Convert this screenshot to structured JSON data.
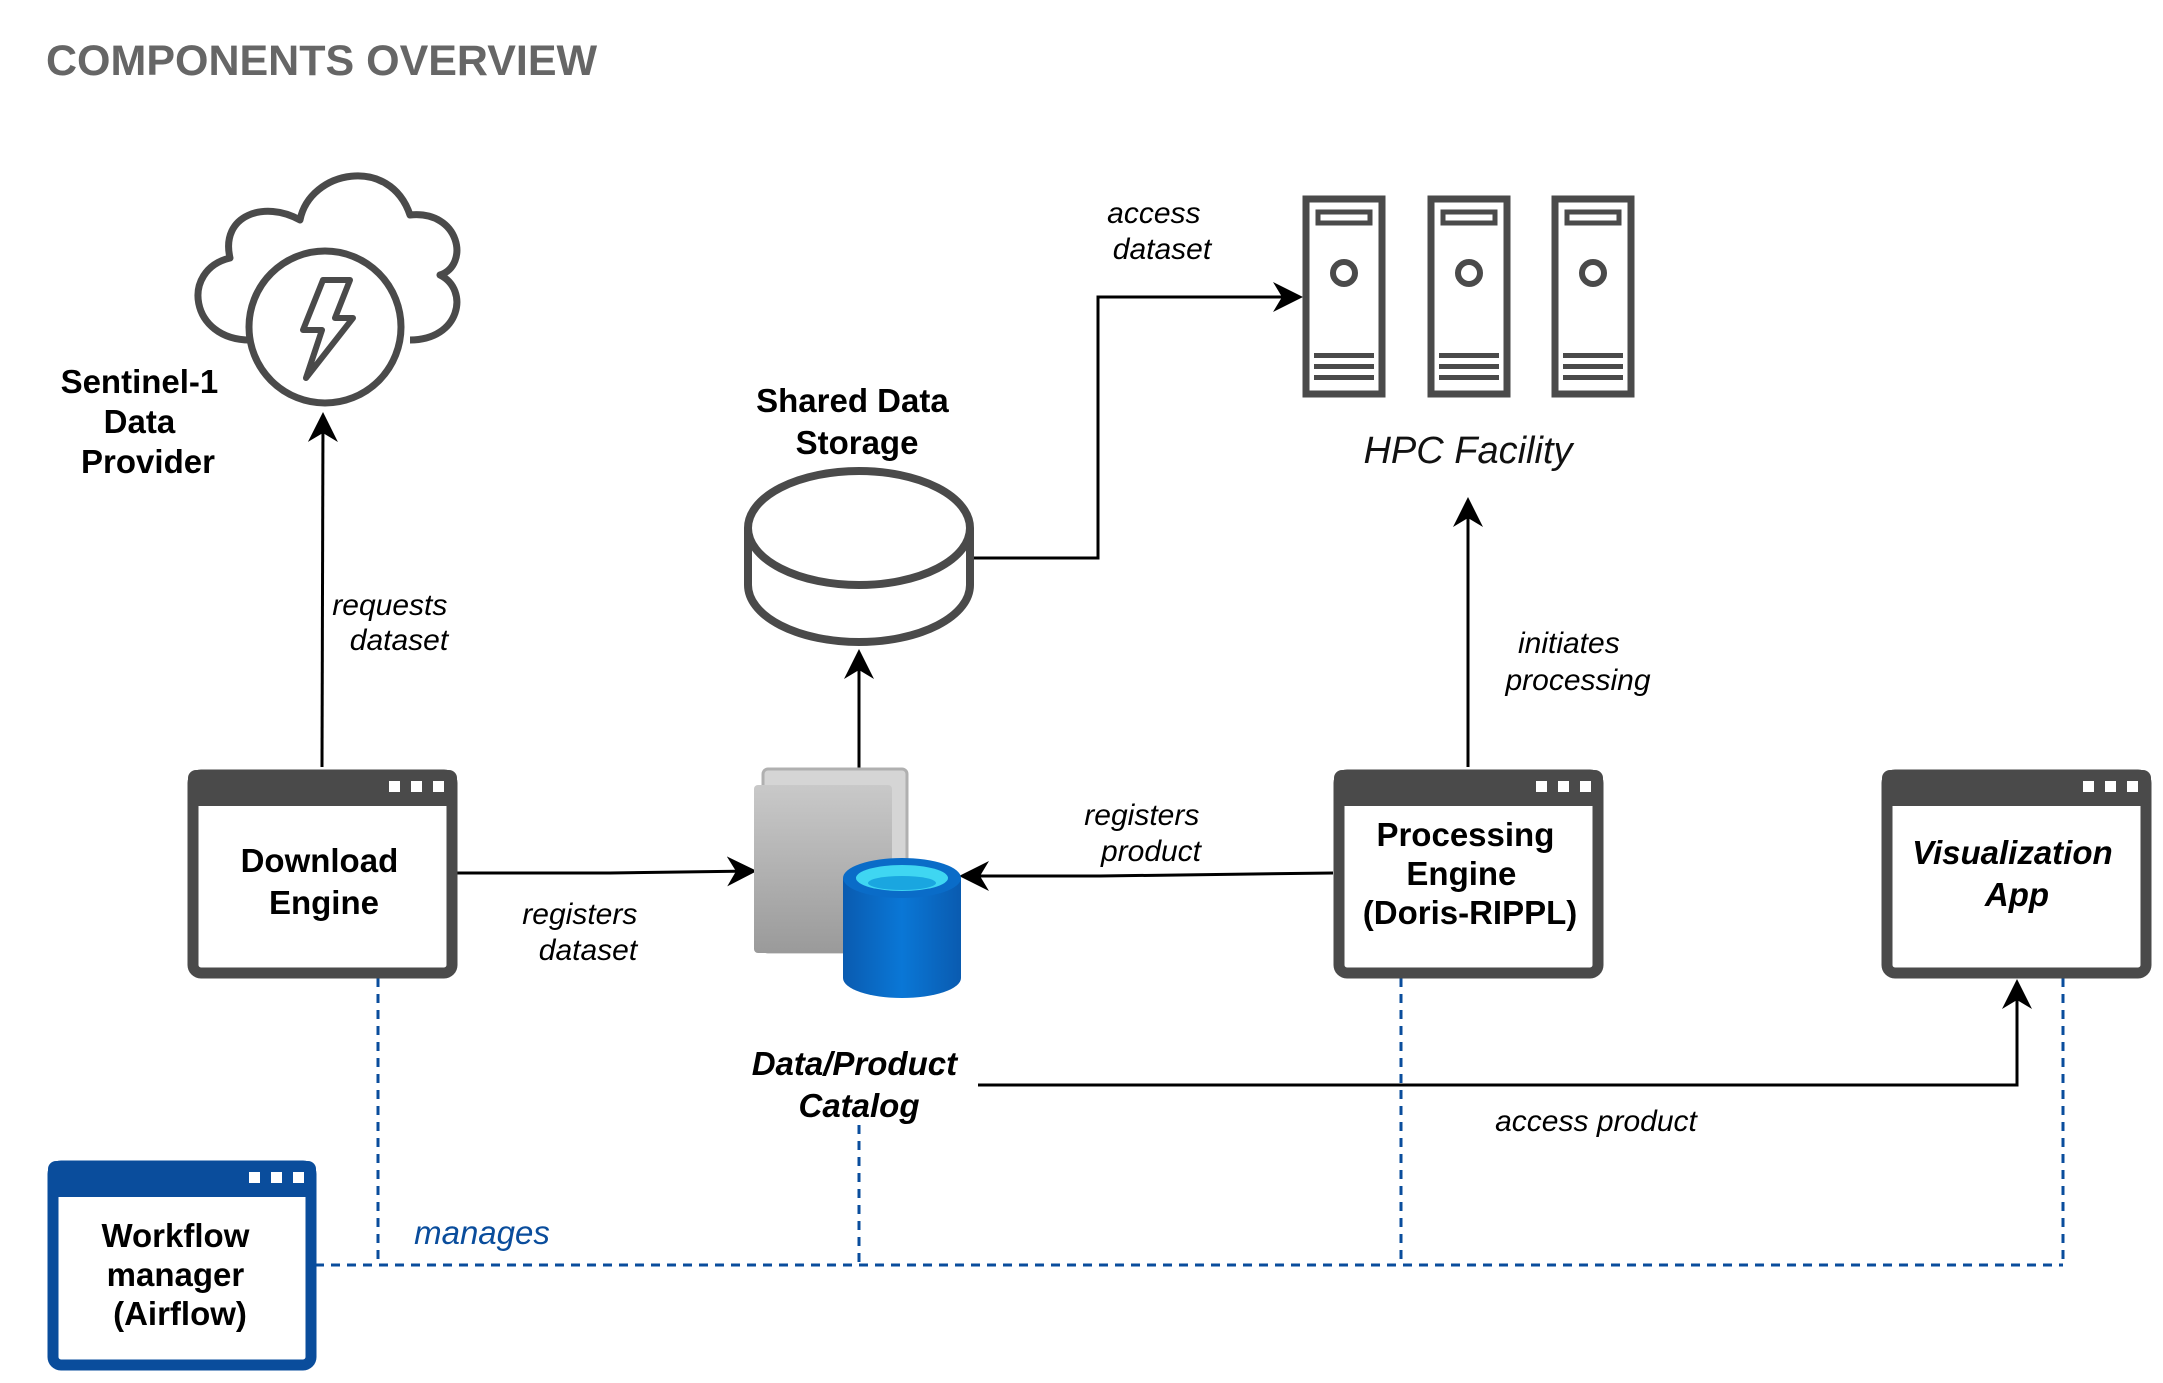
{
  "title": "COMPONENTS OVERVIEW",
  "nodes": {
    "provider": {
      "lines": [
        "Sentinel-1",
        "Data",
        "Provider"
      ],
      "icon": "cloud-lightning-icon"
    },
    "storage": {
      "lines": [
        "Shared Data",
        "Storage"
      ],
      "icon": "database-cylinder-icon"
    },
    "hpc": {
      "label": "HPC Facility",
      "icon": "server-rack-icon"
    },
    "download": {
      "lines": [
        "Download",
        "Engine"
      ]
    },
    "catalog": {
      "lines": [
        "Data/Product",
        "Catalog"
      ],
      "icon": "catalog-database-icon"
    },
    "processing": {
      "lines": [
        "Processing",
        "Engine",
        "(Doris-RIPPL)"
      ]
    },
    "visualization": {
      "lines": [
        "Visualization",
        "App"
      ]
    },
    "workflow": {
      "lines": [
        "Workflow",
        "manager",
        "(Airflow)"
      ]
    }
  },
  "edges": {
    "requests_dataset": [
      "requests",
      "dataset"
    ],
    "access_dataset": [
      "access",
      "dataset"
    ],
    "initiates_processing": [
      "initiates",
      "processing"
    ],
    "registers_product": [
      "registers",
      "product"
    ],
    "registers_dataset": [
      "registers",
      "dataset"
    ],
    "access_product": "access product",
    "manages": "manages"
  },
  "colors": {
    "dark_gray": "#4a4a4a",
    "title_gray": "#666666",
    "workflow_blue": "#0a4d9c",
    "catalog_blue": "#0a6cc8",
    "catalog_cyan": "#3fd6f2"
  }
}
